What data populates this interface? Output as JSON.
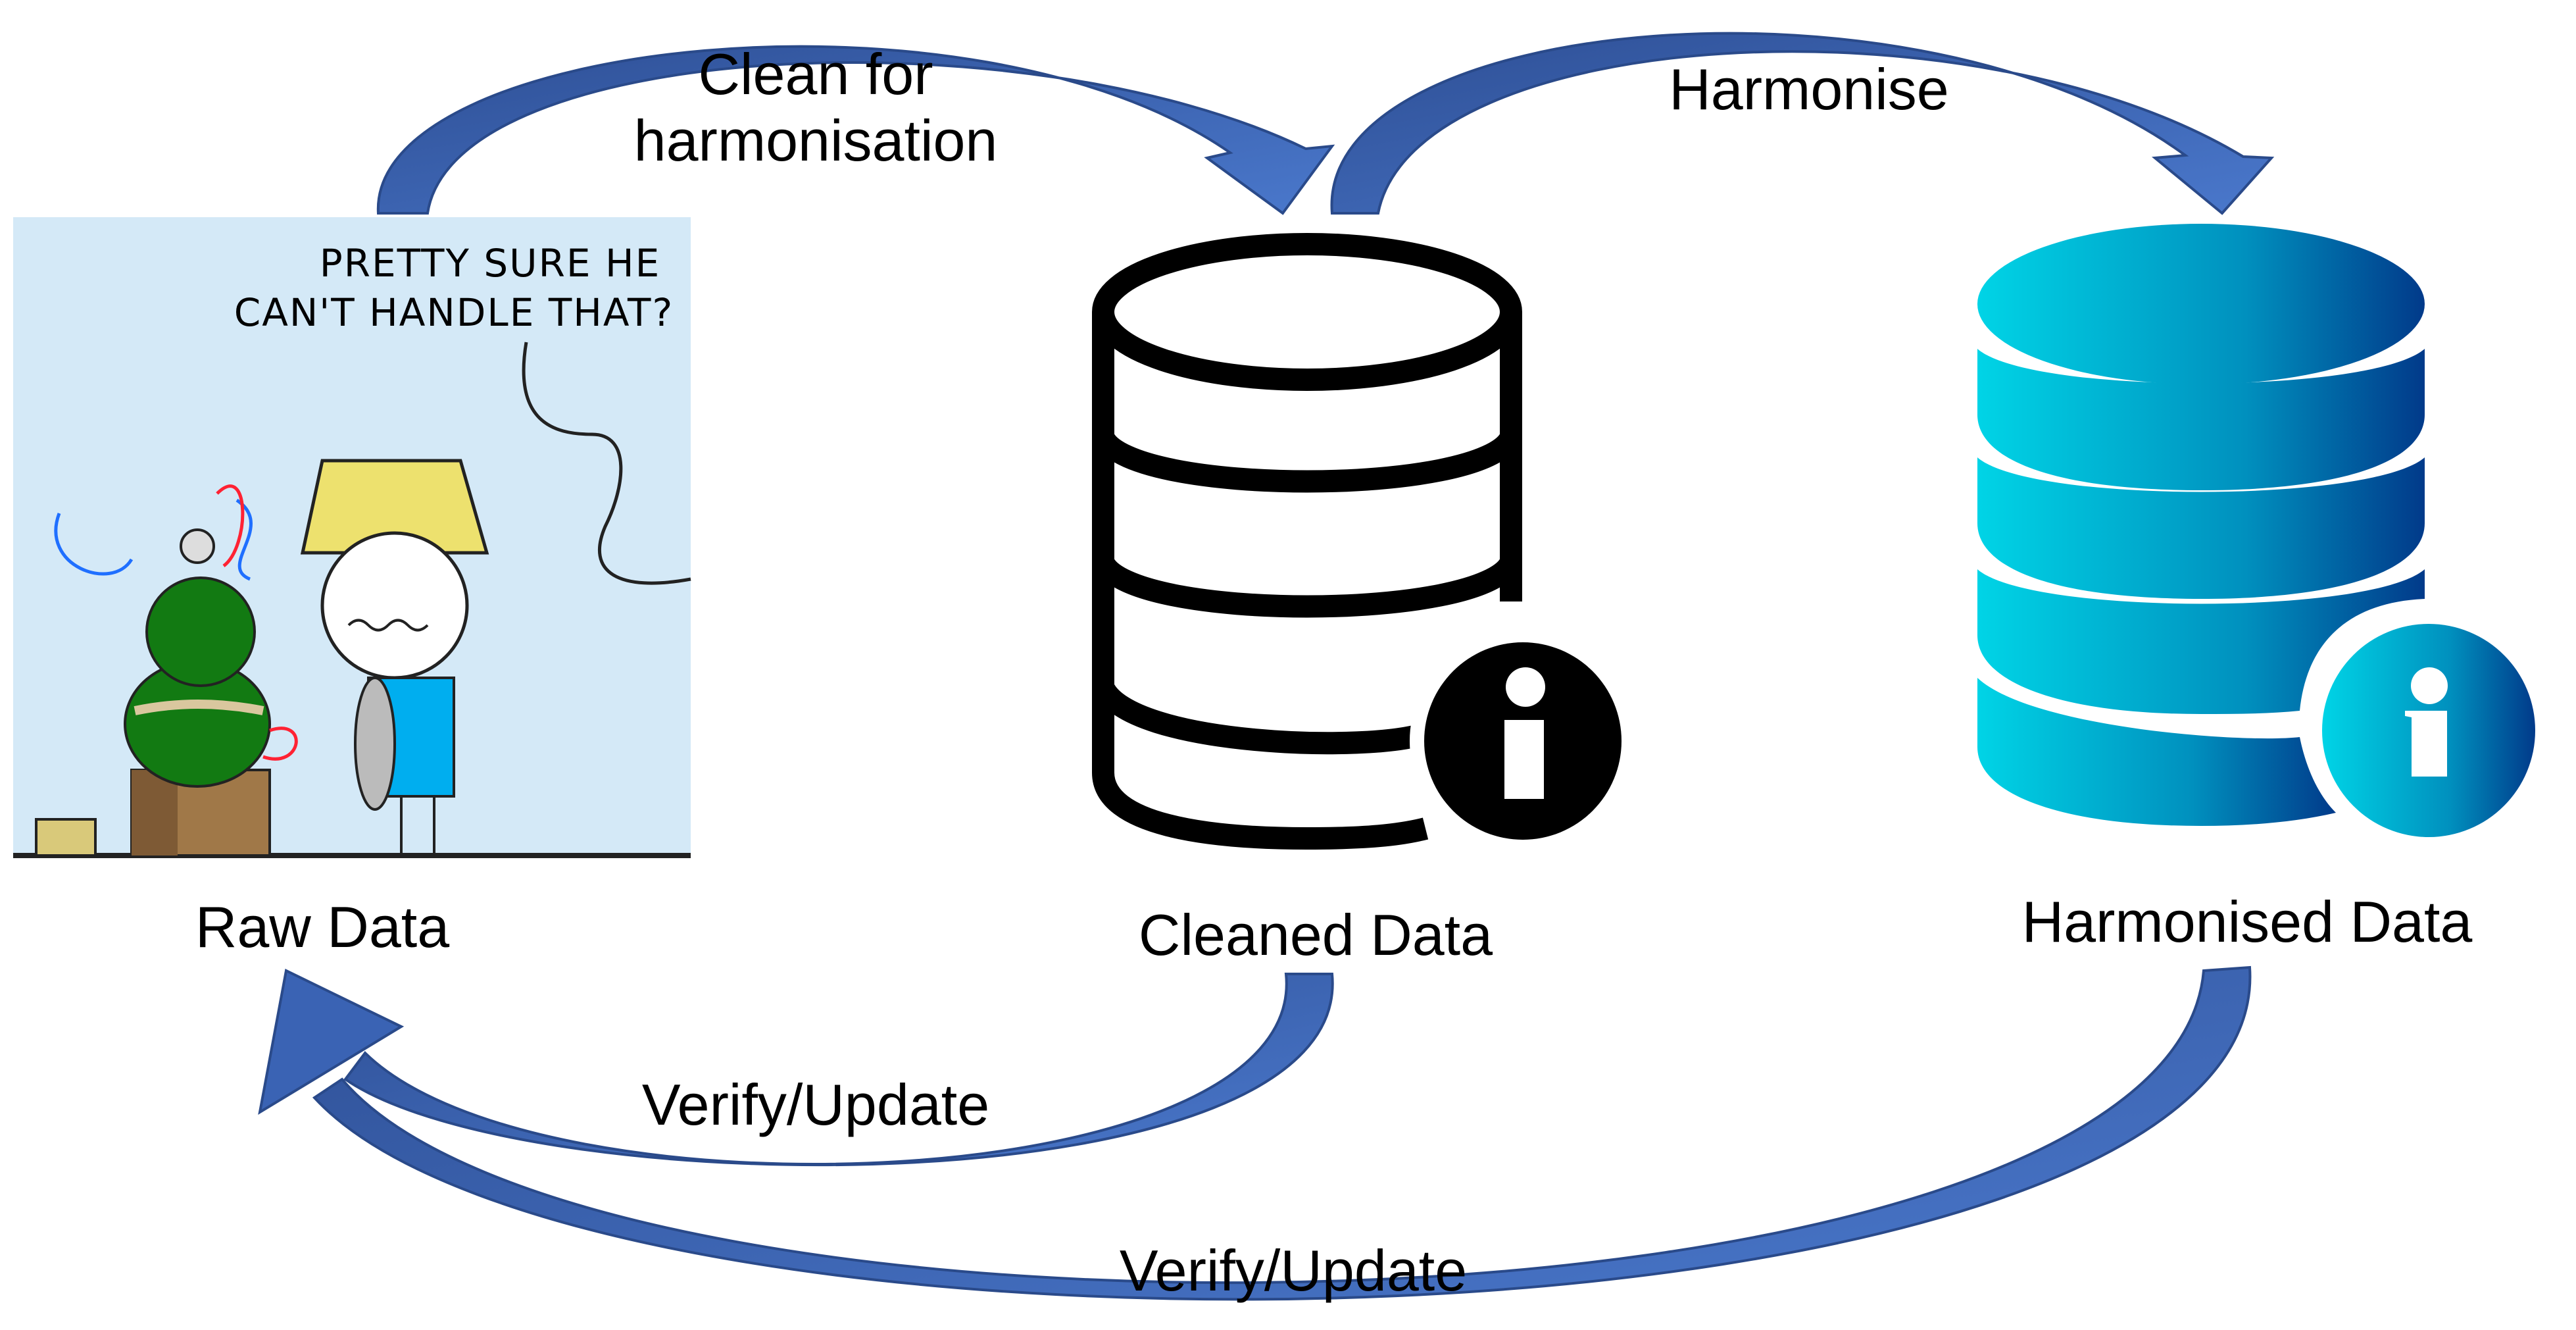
{
  "nodes": {
    "raw": {
      "label": "Raw Data",
      "comic_caption_line1": "PRETTY SURE HE",
      "comic_caption_line2": "CAN'T HANDLE THAT?"
    },
    "cleaned": {
      "label": "Cleaned Data",
      "icon": "database-info-icon",
      "color": "#000000"
    },
    "harmonised": {
      "label": "Harmonised Data",
      "icon": "database-info-icon",
      "gradient": [
        "#00D4E6",
        "#013A8A"
      ]
    }
  },
  "edges": [
    {
      "from": "raw",
      "to": "cleaned",
      "label_line1": "Clean for",
      "label_line2": "harmonisation"
    },
    {
      "from": "cleaned",
      "to": "harmonised",
      "label": "Harmonise"
    },
    {
      "from": "cleaned",
      "to": "raw",
      "label": "Verify/Update"
    },
    {
      "from": "harmonised",
      "to": "raw",
      "label": "Verify/Update"
    }
  ],
  "colors": {
    "arrow_dark": "#2E4F95",
    "arrow_light": "#4A78CC",
    "comic_bg": "#D4E9F7"
  }
}
